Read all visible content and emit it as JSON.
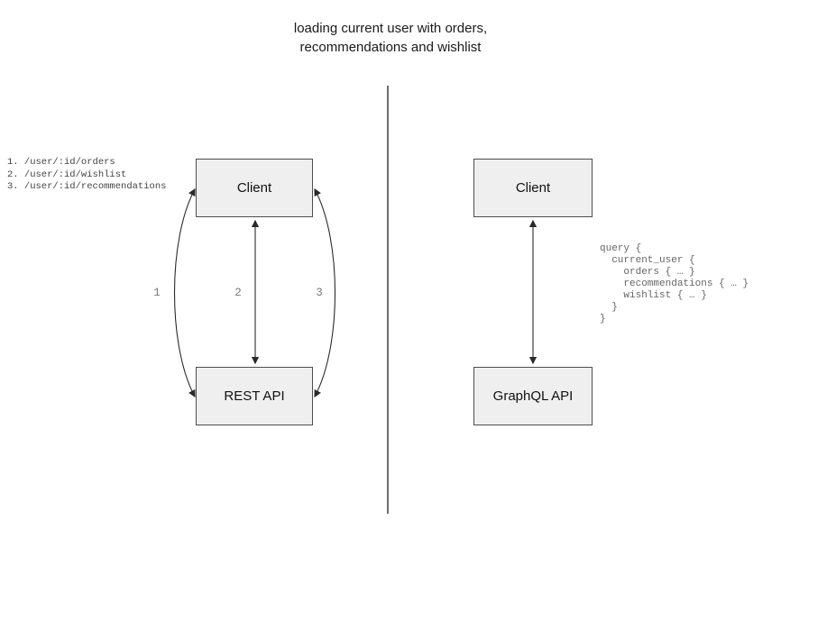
{
  "title": {
    "line1": "loading current user with orders,",
    "line2": "recommendations and wishlist"
  },
  "rest_panel": {
    "endpoints": [
      "1. /user/:id/orders",
      "2. /user/:id/wishlist",
      "3. /user/:id/recommendations"
    ],
    "client_label": "Client",
    "api_label": "REST API",
    "arrow_labels": [
      "1",
      "2",
      "3"
    ]
  },
  "graphql_panel": {
    "client_label": "Client",
    "api_label": "GraphQL API",
    "query": "query {\n  current_user {\n    orders { … }\n    recommendations { … }\n    wishlist { … }\n  }\n}"
  },
  "colors": {
    "box_fill": "#efefef",
    "box_border": "#4d4d4d",
    "arrow": "#2a2a2a",
    "divider": "#6e6e6e",
    "muted_text": "#666666",
    "label_text": "#7a7a7a",
    "title_text": "#1a1a1a"
  }
}
